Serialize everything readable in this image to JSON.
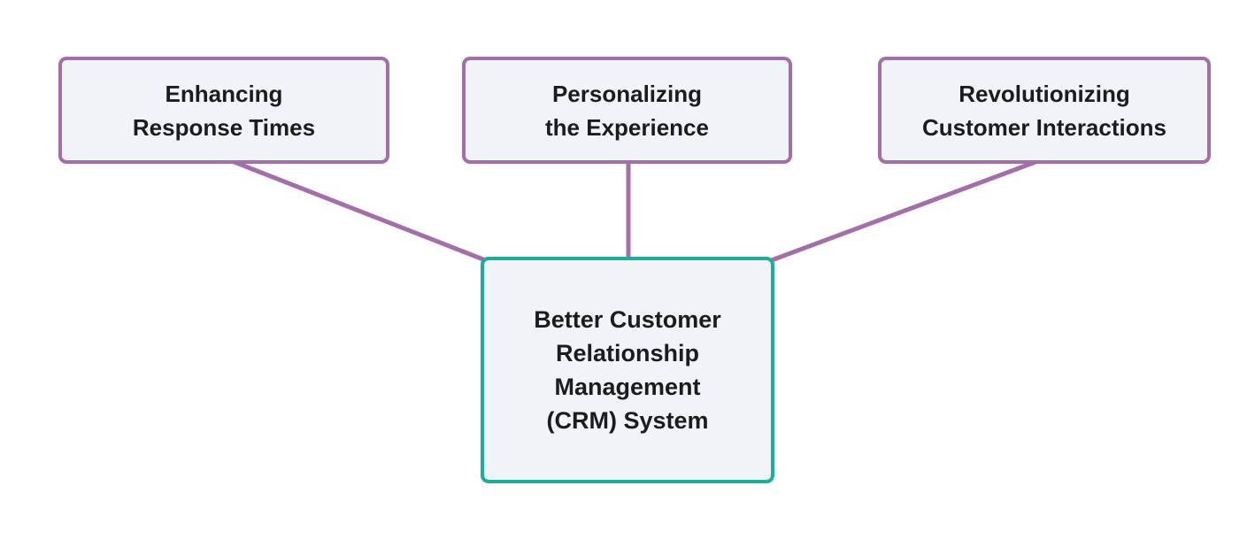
{
  "colors": {
    "purple": "#A46FA8",
    "teal": "#20AC9D",
    "boxFill": "#F0F4F8",
    "text": "#1C1C1C",
    "canvas": "#FFFFFF"
  },
  "nodes": {
    "enhancing": {
      "lines": [
        "Enhancing",
        "Response Times"
      ]
    },
    "personalizing": {
      "lines": [
        "Personalizing",
        "the Experience"
      ]
    },
    "revolutionizing": {
      "lines": [
        "Revolutionizing",
        "Customer Interactions"
      ]
    },
    "crm": {
      "lines": [
        "Better Customer",
        "Relationship",
        "Management",
        "(CRM) System"
      ]
    }
  },
  "connectors": [
    {
      "from": "enhancing",
      "to": "crm"
    },
    {
      "from": "personalizing",
      "to": "crm"
    },
    {
      "from": "revolutionizing",
      "to": "crm"
    }
  ]
}
